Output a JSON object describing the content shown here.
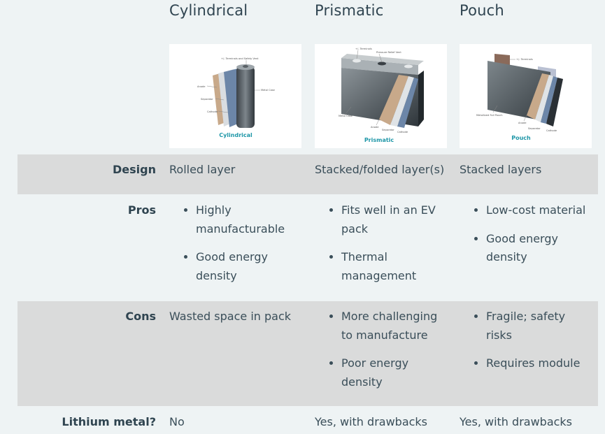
{
  "columns": [
    {
      "title": "Cylindrical"
    },
    {
      "title": "Prismatic"
    },
    {
      "title": "Pouch"
    }
  ],
  "images": {
    "cylindrical": {
      "caption": "Cylindrical",
      "labels": {
        "terminals": "+/- Terminals and Safety Vent",
        "anode": "Anode",
        "separator": "Separator",
        "cathode": "Cathode",
        "case": "Metal Case"
      }
    },
    "prismatic": {
      "caption": "Prismatic",
      "labels": {
        "terminals": "+/- Terminals",
        "vent": "Pressure Relief Vent",
        "case": "Metal Case",
        "anode": "Anode",
        "separator": "Separator",
        "cathode": "Cathode"
      }
    },
    "pouch": {
      "caption": "Pouch",
      "labels": {
        "terminals": "+/- Terminals",
        "case": "Metallized Foil Pouch",
        "anode": "Anode",
        "separator": "Separator",
        "cathode": "Cathode"
      }
    }
  },
  "rows": {
    "design": {
      "label": "Design",
      "cylindrical": "Rolled layer",
      "prismatic": "Stacked/folded layer(s)",
      "pouch": "Stacked layers"
    },
    "pros": {
      "label": "Pros",
      "cylindrical": [
        "Highly manufacturable",
        "Good energy density"
      ],
      "prismatic": [
        "Fits well in an EV pack",
        "Thermal management"
      ],
      "pouch": [
        "Low-cost material",
        "Good energy density"
      ]
    },
    "cons": {
      "label": "Cons",
      "cylindrical": "Wasted space in pack",
      "prismatic": [
        "More challenging to manufacture",
        "Poor energy density"
      ],
      "pouch": [
        "Fragile; safety risks",
        "Requires module"
      ]
    },
    "lithium": {
      "label": "Lithium metal?",
      "cylindrical": "No",
      "prismatic": "Yes, with drawbacks",
      "pouch": "Yes, with drawbacks"
    }
  },
  "colors": {
    "band": "#dadbdb",
    "background": "#eef3f4",
    "text": "#2f4450",
    "caption": "#1f97a8"
  }
}
